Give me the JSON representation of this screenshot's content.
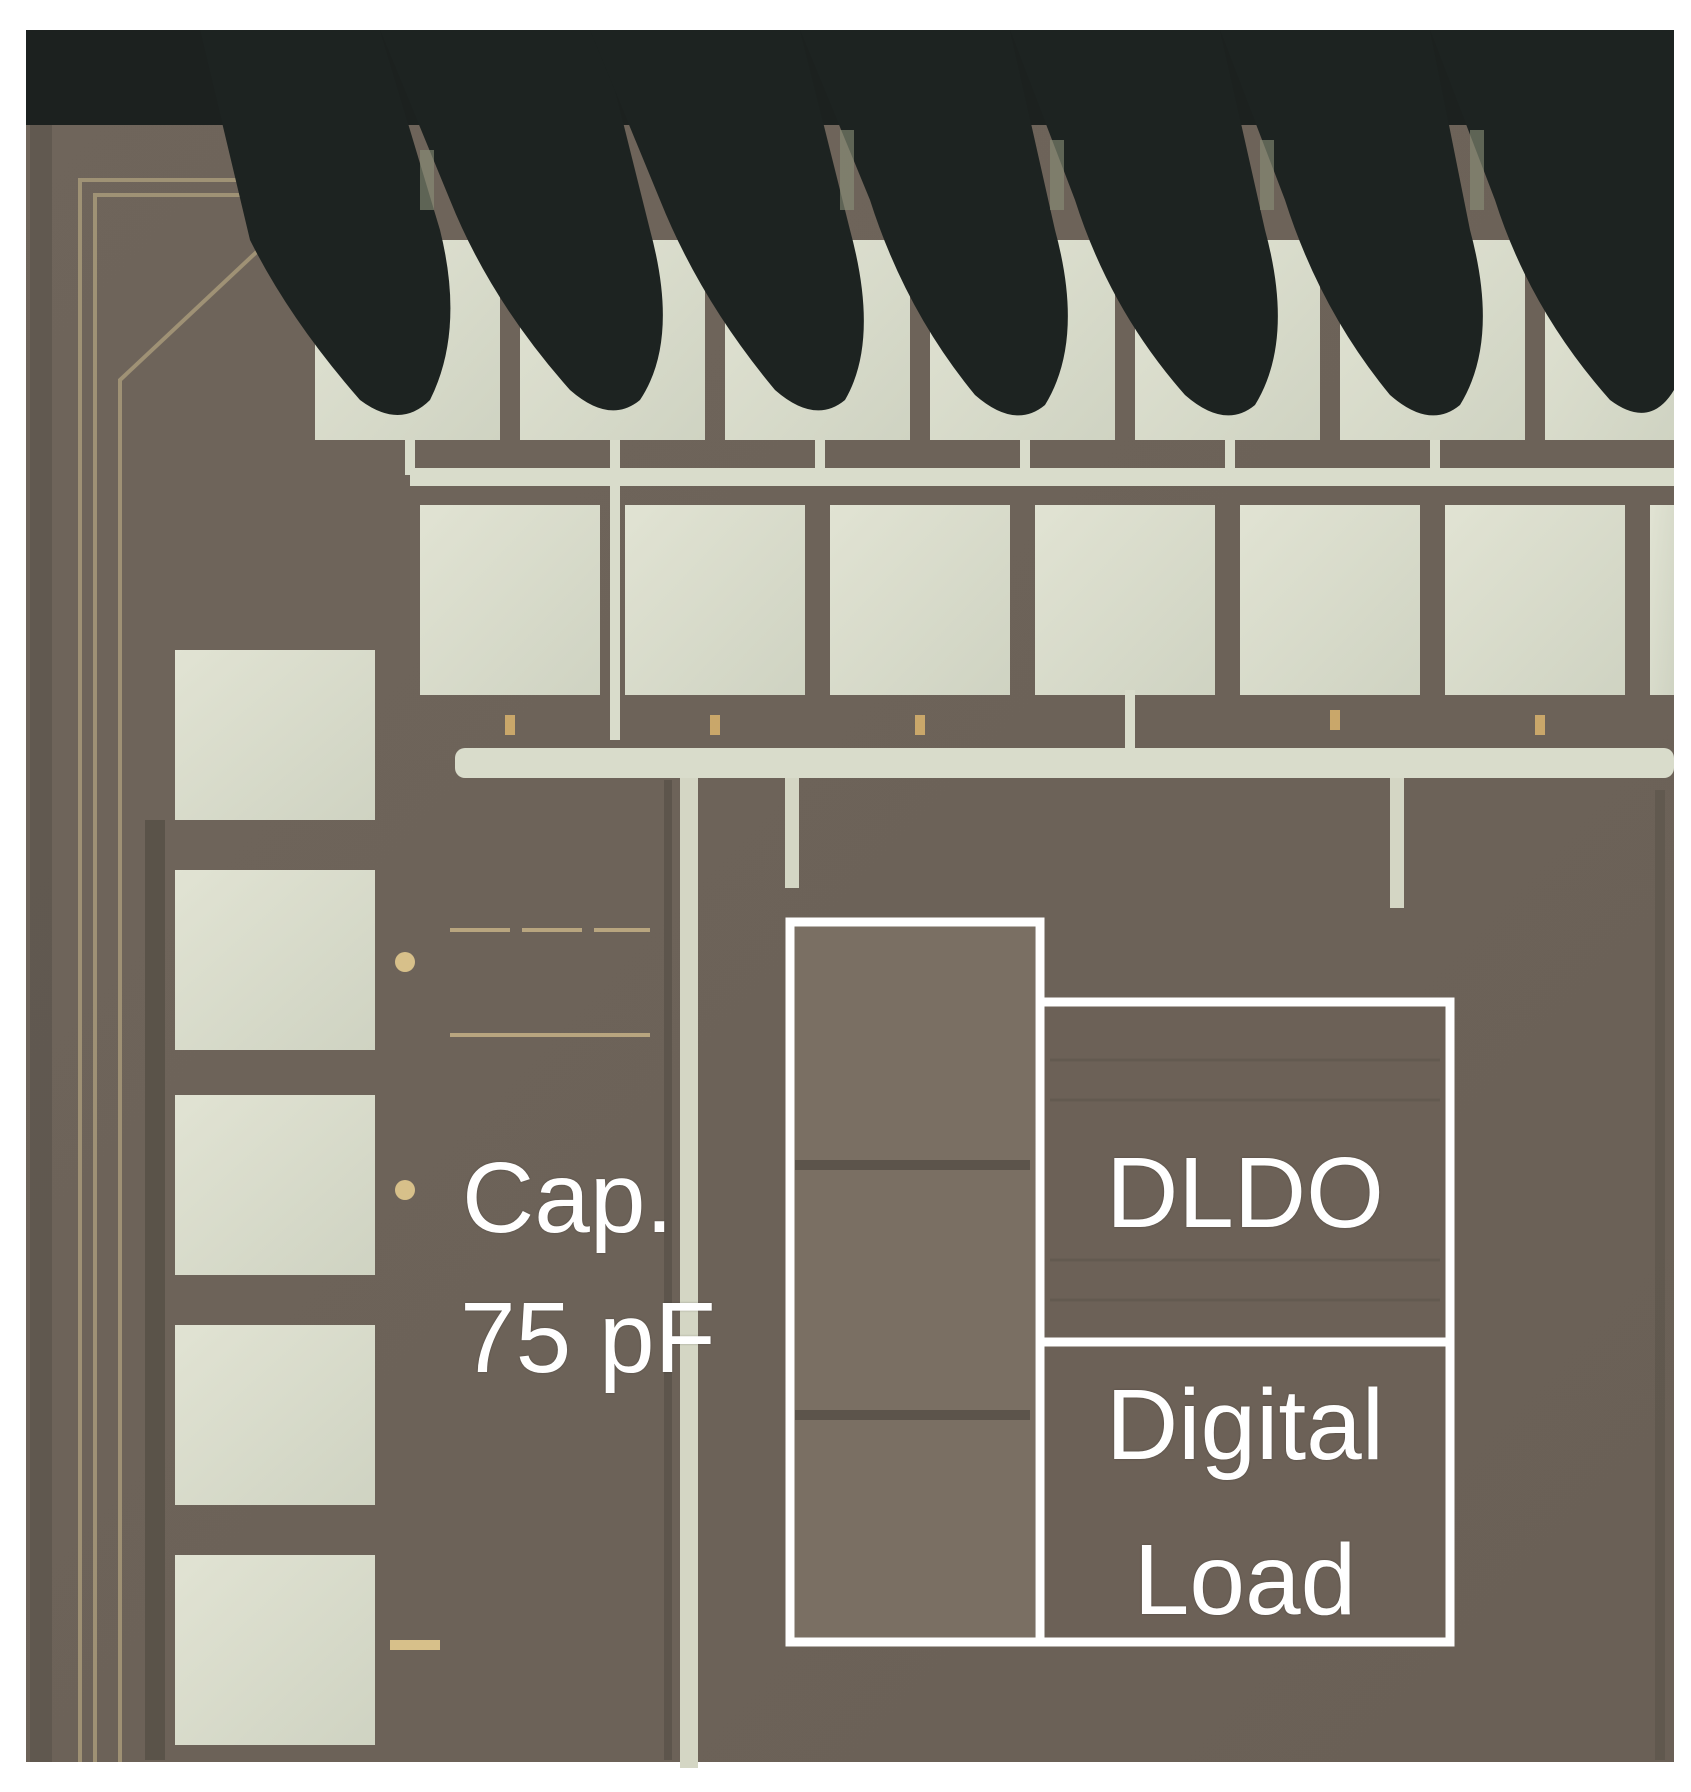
{
  "labels": {
    "cap_line1": "Cap.",
    "cap_line2": "75 pF",
    "dldo": "DLDO",
    "digital_line1": "Digital",
    "digital_line2": "Load"
  },
  "colors": {
    "die_background": "#6e645a",
    "pad_metal": "#d9dccc",
    "probe_tip": "#1d2321",
    "annotation": "#ffffff"
  }
}
